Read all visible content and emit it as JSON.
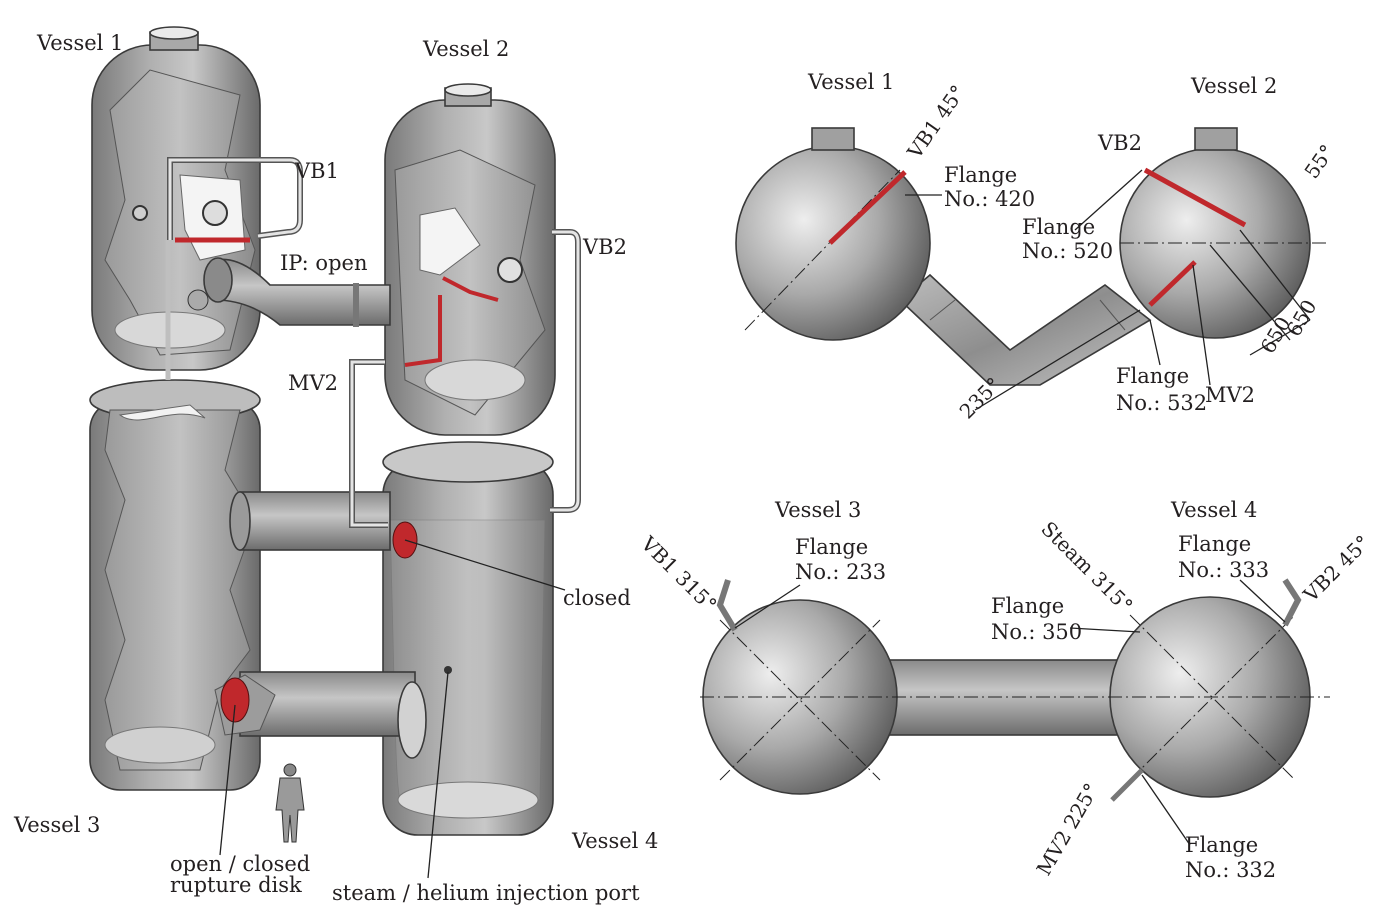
{
  "colors": {
    "steel_dark": "#6e6e6e",
    "steel_mid": "#9c9c9c",
    "steel_light": "#d6d6d6",
    "accent_red": "#c0282c",
    "line": "#231f20"
  },
  "iso_view": {
    "vessel1": "Vessel 1",
    "vessel2": "Vessel 2",
    "vessel3": "Vessel 3",
    "vessel4": "Vessel 4",
    "vb1": "VB1",
    "vb2": "VB2",
    "ip": "IP: open",
    "mv2": "MV2",
    "closed": "closed",
    "rupture_line1": "open / closed",
    "rupture_line2": "rupture disk",
    "injection": "steam / helium injection port"
  },
  "top_view_upper": {
    "vessel1": "Vessel 1",
    "vessel2": "Vessel 2",
    "vb1": "VB1 45°",
    "flange420_a": "Flange",
    "flange420_b": "No.: 420",
    "vb2": "VB2",
    "flange520_a": "Flange",
    "flange520_b": "No.: 520",
    "angle55": "55°",
    "angle235": "235°",
    "flange532_a": "Flange",
    "flange532_b": "No.: 532",
    "mv2": "MV2",
    "dim1": "650",
    "dim2": "650"
  },
  "top_view_lower": {
    "vessel3": "Vessel 3",
    "vessel4": "Vessel 4",
    "vb1": "VB1 315°",
    "flange233_a": "Flange",
    "flange233_b": "No.: 233",
    "steam": "Steam 315°",
    "flange333_a": "Flange",
    "flange333_b": "No.: 333",
    "vb2": "VB2 45°",
    "flange350_a": "Flange",
    "flange350_b": "No.: 350",
    "mv2": "MV2 225°",
    "flange332_a": "Flange",
    "flange332_b": "No.: 332"
  }
}
